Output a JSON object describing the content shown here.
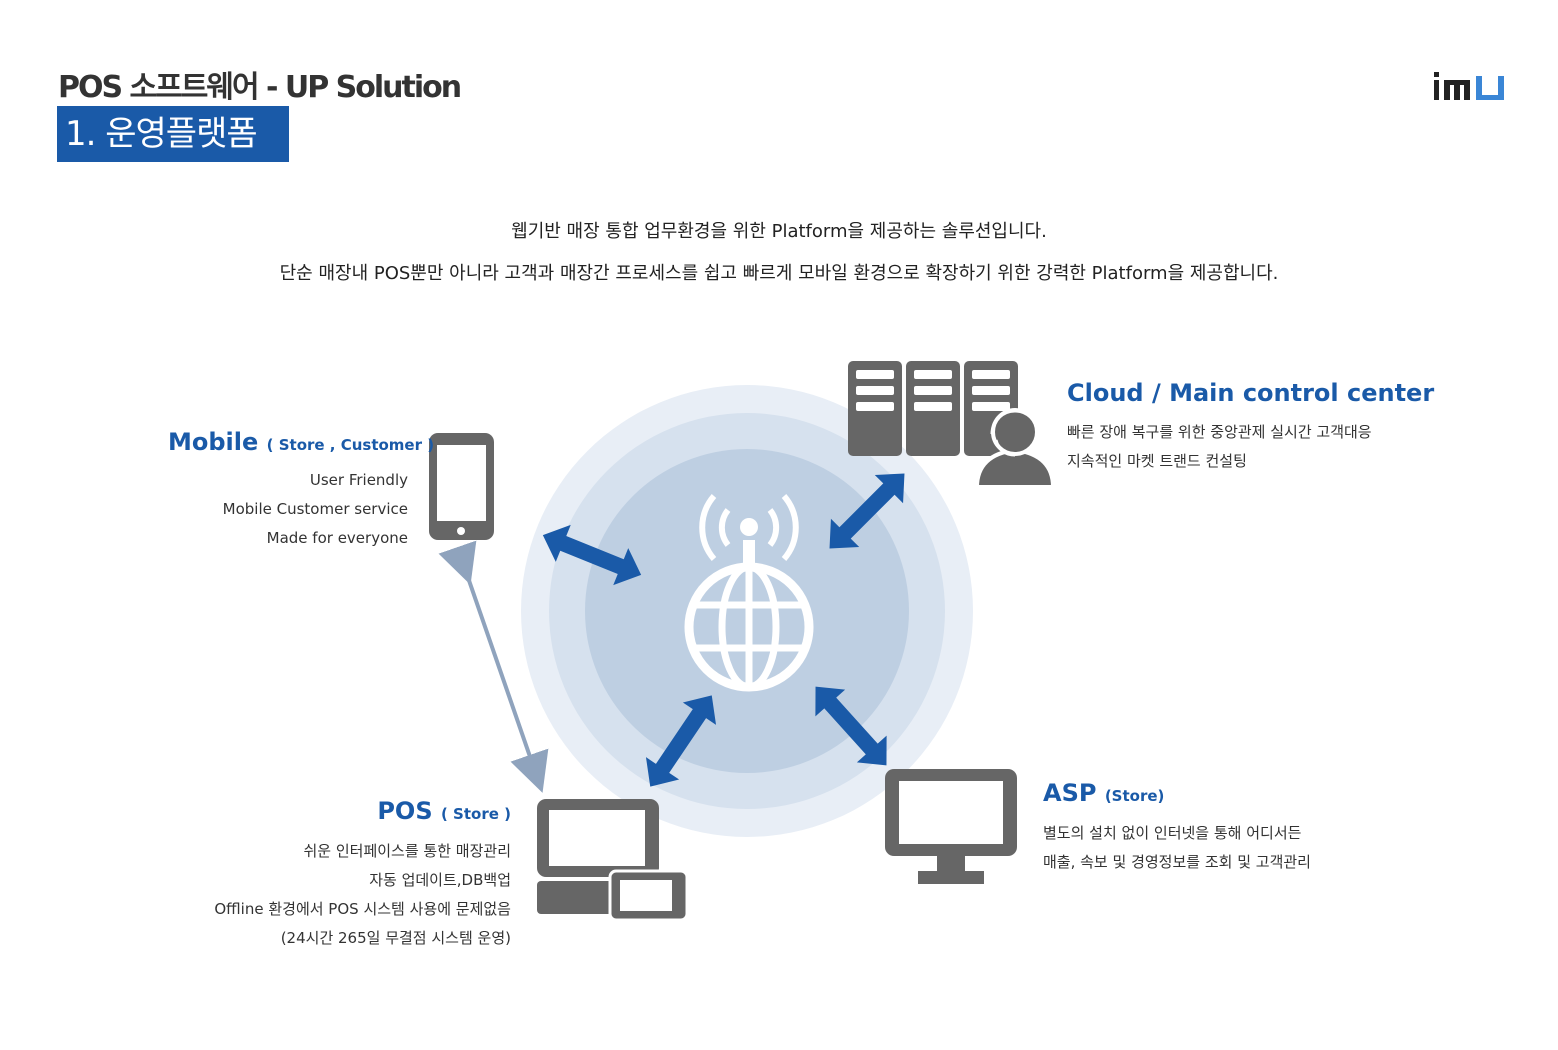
{
  "header": {
    "title": "POS 소프트웨어 - UP Solution",
    "section": "1. 운영플랫폼",
    "logo_text": "imu"
  },
  "intro": {
    "line1": "웹기반 매장 통합 업무환경을 위한 Platform을 제공하는 솔루션입니다.",
    "line2": "단순 매장내 POS뿐만 아니라 고객과 매장간 프로세스를 쉽고 빠르게 모바일 환경으로 확장하기 위한 강력한 Platform을 제공합니다."
  },
  "nodes": {
    "mobile": {
      "title": "Mobile",
      "subtitle": "( Store , Customer )",
      "lines": [
        "User Friendly",
        "Mobile Customer service",
        "Made for everyone"
      ]
    },
    "cloud": {
      "title": "Cloud / Main control center",
      "lines": [
        "빠른 장애 복구를 위한 중앙관제 실시간 고객대응",
        "지속적인 마켓 트랜드 컨설팅"
      ]
    },
    "pos": {
      "title": "POS",
      "subtitle": "( Store )",
      "lines": [
        "쉬운 인터페이스를 통한 매장관리",
        "자동 업데이트,DB백업",
        "Offline 환경에서 POS 시스템 사용에 문제없음",
        "(24시간 265일 무결점 시스템 운영)"
      ]
    },
    "asp": {
      "title": "ASP",
      "subtitle": "(Store)",
      "lines": [
        "별도의 설치 없이 인터넷을 통해 어디서든",
        "매출, 속보 및 경영정보를 조회 및 고객관리"
      ]
    }
  },
  "colors": {
    "brand_blue": "#1a5aa8",
    "icon_gray": "#666666",
    "circle_outer": "#e8eef6",
    "circle_mid": "#d6e1ee",
    "circle_inner": "#becfe2",
    "arrow_gray": "#8fa3bd"
  },
  "icons": [
    "server-icon",
    "headset-operator-icon",
    "smartphone-icon",
    "pos-terminal-icon",
    "monitor-icon",
    "globe-antenna-icon"
  ]
}
